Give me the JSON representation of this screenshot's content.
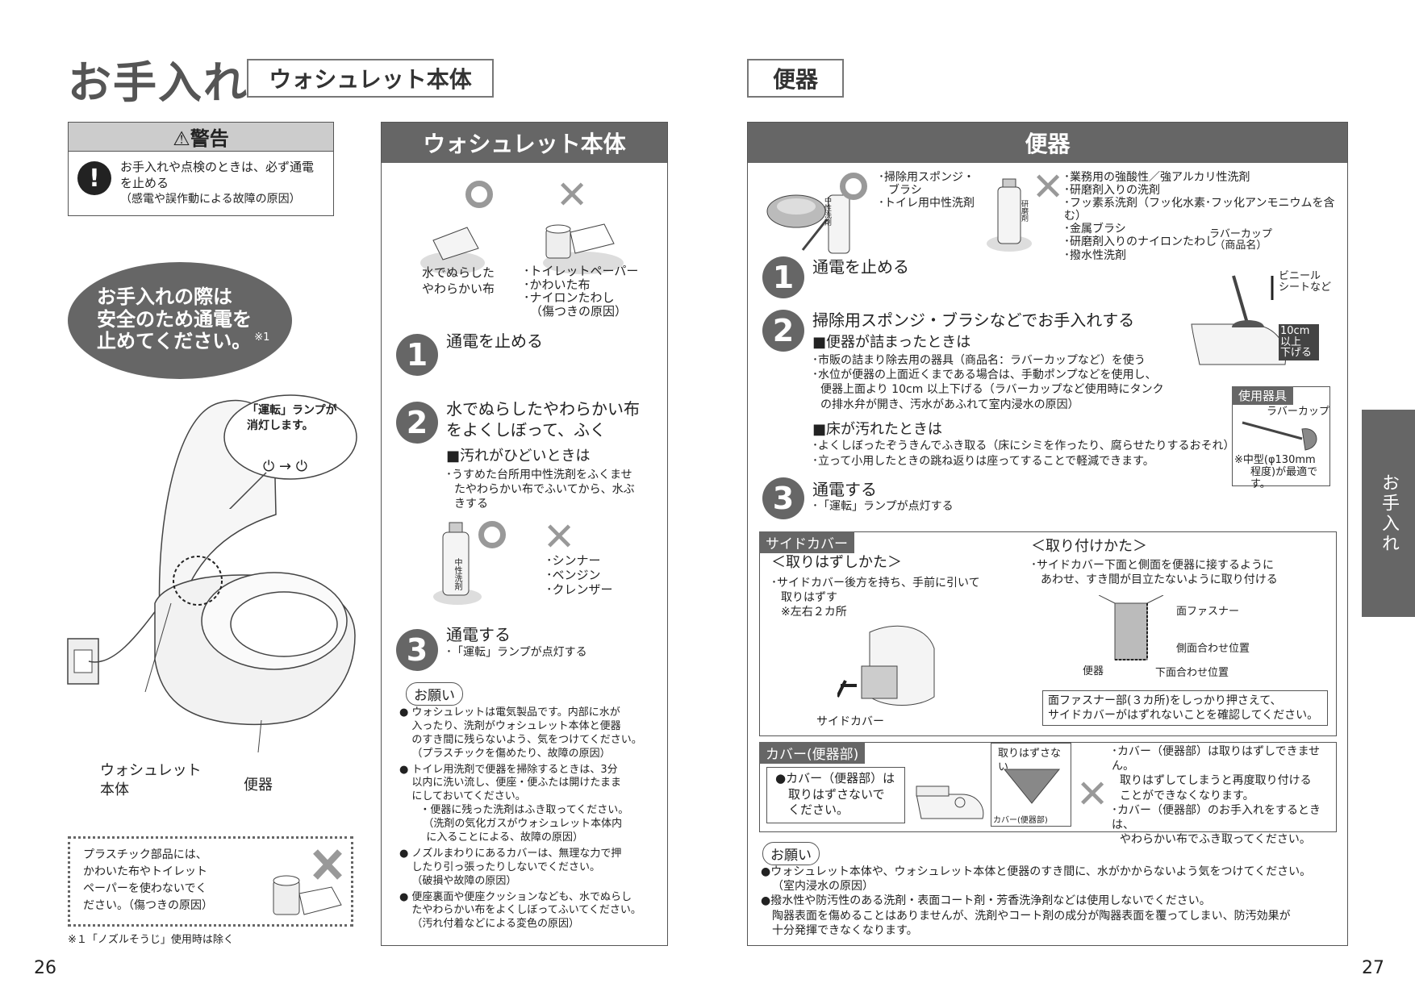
{
  "header": {
    "main_title": "お手入れ",
    "left_box": "ウォシュレット本体",
    "right_box": "便器"
  },
  "warning": {
    "title": "⚠警告",
    "icon_glyph": "!",
    "line1": "お手入れや点検のときは、必ず通電",
    "line2": "を止める",
    "line3": "（感電や誤作動による故障の原因）"
  },
  "oval": {
    "line1": "お手入れの際は",
    "line2": "安全のため通電を",
    "line3": "止めてください。",
    "mark": "※1"
  },
  "toilet_figure": {
    "bubble_line1": "「運転」ランプが",
    "bubble_line2": "消灯します。",
    "bubble_icons": "⏻ → ⏻",
    "label_washlet1": "ウォシュレット",
    "label_washlet2": "本体",
    "label_bowl": "便器"
  },
  "plastic_note": {
    "line1": "プラスチック部品には、",
    "line2": "かわいた布やトイレット",
    "line3": "ペーパーを使わないでく",
    "line4": "ださい。（傷つきの原因）"
  },
  "footnote": "※１「ノズルそうじ」使用時は除く",
  "page_left": "26",
  "page_right": "27",
  "washlet_panel": {
    "title": "ウォシュレット本体",
    "ok_caption1": "水でぬらした",
    "ok_caption2": "やわらかい布",
    "ng_caption1": "･トイレットペーパー",
    "ng_caption2": "･かわいた布",
    "ng_caption3": "･ナイロンたわし",
    "ng_caption4": "（傷つきの原因）",
    "step1_num": "1",
    "step1": "通電を止める",
    "step2_num": "2",
    "step2_line1": "水でぬらしたやわらかい布",
    "step2_line2": "をよくしぼって、ふく",
    "dirty_head": "■汚れがひどいときは",
    "dirty_line1": "･うすめた台所用中性洗剤をふくませ",
    "dirty_line2": "たやわらかい布でふいてから、水ぶ",
    "dirty_line3": "きする",
    "ng2_line1": "･シンナー",
    "ng2_line2": "･ベンジン",
    "ng2_line3": "･クレンザー",
    "bottle_label": "中性洗剤",
    "step3_num": "3",
    "step3": "通電する",
    "step3_sub": "･「運転」ランプが点灯する",
    "request_label": "お願い",
    "req1_l1": "ウォシュレットは電気製品です。内部に水が",
    "req1_l2": "入ったり、洗剤がウォシュレット本体と便器",
    "req1_l3": "のすき間に残らないよう、気をつけてください。",
    "req1_l4": "（プラスチックを傷めたり、故障の原因）",
    "req2_l1": "トイレ用洗剤で便器を掃除するときは、3分",
    "req2_l2": "以内に洗い流し、便座・便ふたは開けたまま",
    "req2_l3": "にしておいてください。",
    "req2_l4": "・便器に残った洗剤はふき取ってください。",
    "req2_l5": "（洗剤の気化ガスがウォシュレット本体内",
    "req2_l6": "に入ることによる、故障の原因）",
    "req3_l1": "ノズルまわりにあるカバーは、無理な力で押",
    "req3_l2": "したり引っ張ったりしないでください。",
    "req3_l3": "（破損や故障の原因）",
    "req4_l1": "便座裏面や便座クッションなども、水でぬらし",
    "req4_l2": "たやわらかい布をよくしぼってふいてください。",
    "req4_l3": "（汚れ付着などによる変色の原因）",
    "bullet": "●"
  },
  "bowl_panel": {
    "title": "便器",
    "ok1": "･掃除用スポンジ・",
    "ok1b": "ブラシ",
    "ok2": "･トイレ用中性洗剤",
    "ng1": "･業務用の強酸性／強アルカリ性洗剤",
    "ng2": "･研磨剤入りの洗剤",
    "ng3": "･フッ素系洗剤（フッ化水素･フッ化アンモニウムを含む）",
    "ng4": "･金属ブラシ",
    "ng5": "･研磨剤入りのナイロンたわし",
    "ng6": "･撥水性洗剤",
    "bottle1": "中性洗剤",
    "bottle2": "研磨剤",
    "step1_num": "1",
    "step1": "通電を止める",
    "step2_num": "2",
    "step2": "掃除用スポンジ・ブラシなどでお手入れする",
    "clog_head": "■便器が詰まったときは",
    "clog_l1": "･市販の詰まり除去用の器具（商品名：ラバーカップなど）を使う",
    "clog_l2": "･水位が便器の上面近くまである場合は、手動ポンプなどを使用し、",
    "clog_l3": "便器上面より 10cm 以上下げる（ラバーカップなど使用時にタンク",
    "clog_l4": "の排水弁が開き、汚水があふれて室内浸水の原因）",
    "floor_head": "■床が汚れたときは",
    "floor_l1": "･よくしぼったぞうきんでふき取る（床にシミを作ったり、腐らせたりするおそれ）",
    "floor_l2": "･立って小用したときの跳ね返りは座ってすることで軽減できます。",
    "step3_num": "3",
    "step3": "通電する",
    "step3_sub": "･「運転」ランプが点灯する",
    "rubber_label1": "ラバーカップ",
    "rubber_label2": "（商品名）",
    "vinyl_label1": "ビニール",
    "vinyl_label2": "シートなど",
    "ten_cm1": "10cm",
    "ten_cm2": "以上",
    "ten_cm3": "下げる",
    "tool_head": "使用器具",
    "tool_name": "ラバーカップ",
    "tool_note1": "※中型(φ130mm",
    "tool_note2": "程度)が最適です。"
  },
  "side_cover": {
    "tag": "サイドカバー",
    "remove_head": "＜取りはずしかた＞",
    "remove_l1": "･サイドカバー後方を持ち、手前に引いて",
    "remove_l2": "取りはずす",
    "remove_l3": "※左右２カ所",
    "fig_label": "サイドカバー",
    "attach_head": "＜取り付けかた＞",
    "attach_l1": "･サイドカバー下面と側面を便器に接するように",
    "attach_l2": "あわせ、すき間が目立たないように取り付ける",
    "lbl_fastener": "面ファスナー",
    "lbl_side": "側面合わせ位置",
    "lbl_bowl": "便器",
    "lbl_bottom": "下面合わせ位置",
    "note_l1": "面ファスナー部(３カ所)をしっかり押さえて、",
    "note_l2": "サイドカバーがはずれないことを確認してください。"
  },
  "cover_bowl": {
    "tag": "カバー(便器部)",
    "box_l1": "●カバー（便器部）は",
    "box_l2": "取りはずさないで",
    "box_l3": "ください。",
    "fig_top": "取りはずさない",
    "fig_bottom": "カバー(便器部)",
    "r1_l1": "･カバー（便器部）は取りはずしできません。",
    "r1_l2": "取りはずしてしまうと再度取り付ける",
    "r1_l3": "ことができなくなります。",
    "r2_l1": "･カバー（便器部）のお手入れをするときは、",
    "r2_l2": "やわらかい布でふき取ってください。"
  },
  "bowl_request": {
    "label": "お願い",
    "l1": "●ウォシュレット本体や、ウォシュレット本体と便器のすき間に、水がかからないよう気をつけてください。",
    "l2": "（室内浸水の原因）",
    "l3": "●撥水性や防汚性のある洗剤・表面コート剤・芳香洗浄剤などは使用しないでください。",
    "l4": "陶器表面を傷めることはありませんが、洗剤やコート剤の成分が陶器表面を覆ってしまい、防汚効果が",
    "l5": "十分発揮できなくなります。"
  },
  "side_tab": "お手入れ"
}
